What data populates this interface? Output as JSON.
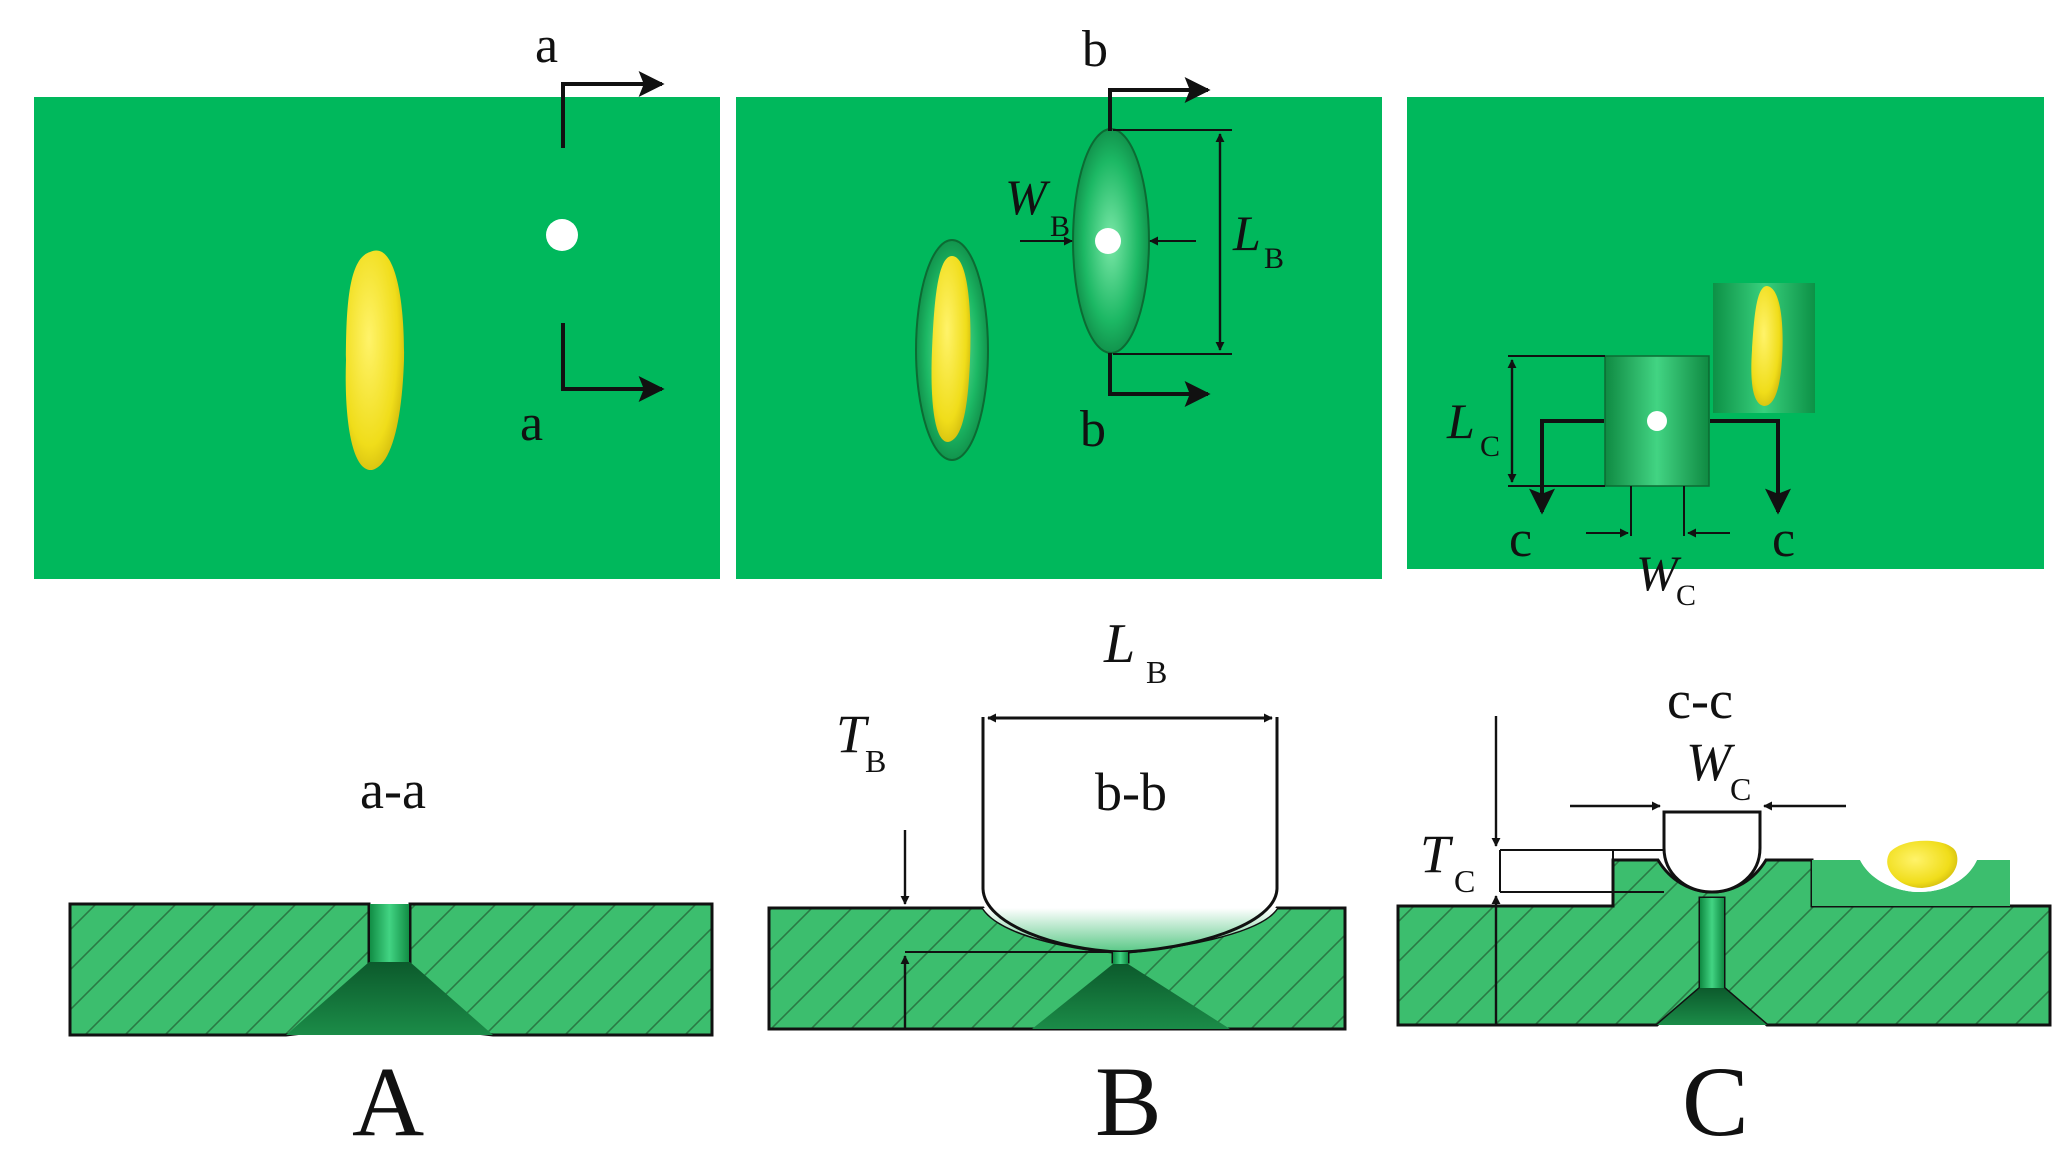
{
  "colors": {
    "panel_green": "#00b85c",
    "section_green": "#3cbe6e",
    "nozzle_dark": "#0f6a35",
    "seed_yellow": "#f1e21f",
    "ink": "#111111"
  },
  "top_row": {
    "panel_a": {
      "section_mark_top": "a",
      "section_mark_bottom": "a"
    },
    "panel_b": {
      "section_mark_top": "b",
      "section_mark_bottom": "b",
      "width_symbol": "W",
      "width_subscript": "B",
      "length_symbol": "L",
      "length_subscript": "B"
    },
    "panel_c": {
      "section_mark_left": "c",
      "section_mark_right": "c",
      "length_symbol": "L",
      "length_subscript": "C",
      "width_symbol": "W",
      "width_subscript": "C"
    }
  },
  "bottom_row": {
    "section_a": {
      "title": "a-a",
      "caption": "A"
    },
    "section_b": {
      "title": "b-b",
      "caption": "B",
      "length_symbol": "L",
      "length_subscript": "B",
      "thickness_symbol": "T",
      "thickness_subscript": "B"
    },
    "section_c": {
      "title": "c-c",
      "caption": "C",
      "width_symbol": "W",
      "width_subscript": "C",
      "thickness_symbol": "T",
      "thickness_subscript": "C"
    }
  },
  "icons": [
    "seed-icon",
    "section-arrow-icon",
    "dimension-arrow-icon"
  ]
}
